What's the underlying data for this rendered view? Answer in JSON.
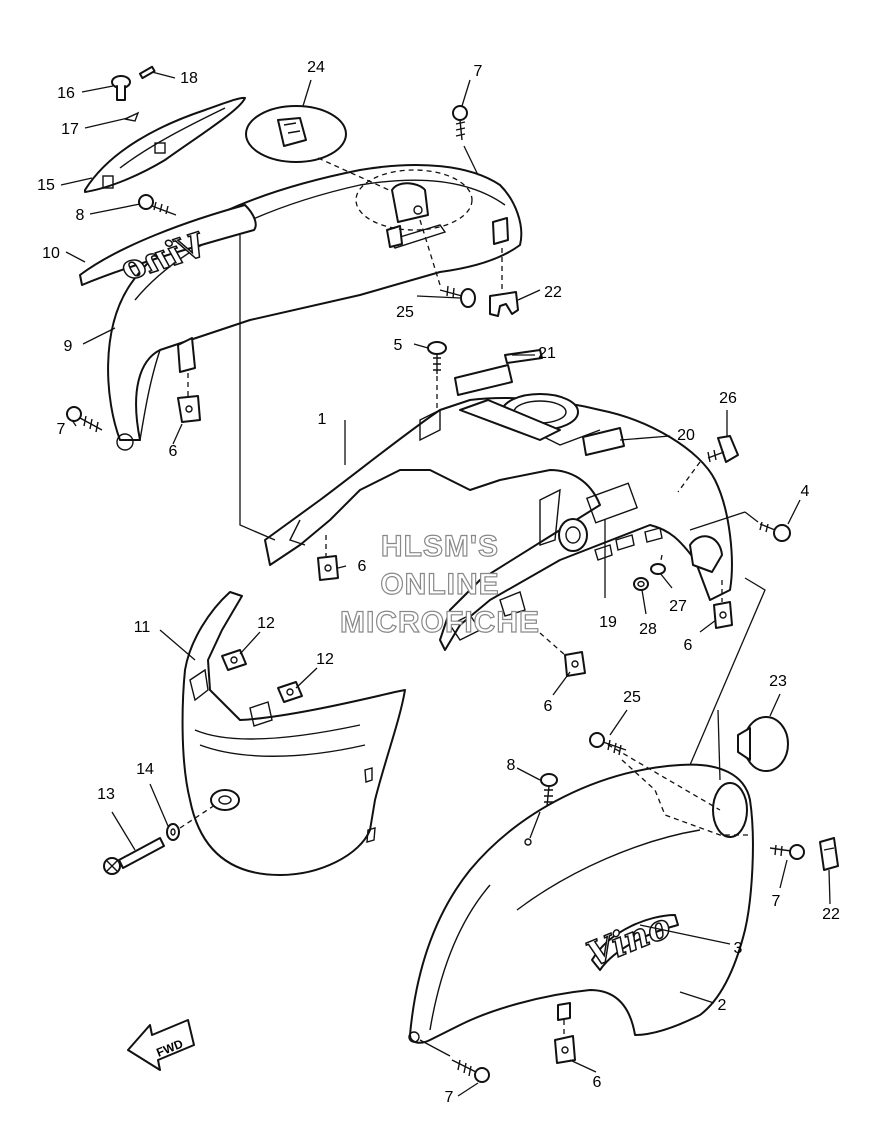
{
  "callouts": [
    "1",
    "2",
    "3",
    "4",
    "5",
    "6",
    "7",
    "8",
    "9",
    "10",
    "11",
    "12",
    "13",
    "14",
    "15",
    "16",
    "17",
    "18",
    "19",
    "20",
    "21",
    "22",
    "23",
    "24",
    "25",
    "26",
    "27",
    "28"
  ],
  "watermark": {
    "line1": "HLSM'S",
    "line2": "ONLINE",
    "line3": "MICROFICHE"
  },
  "fwd_label": "FWD",
  "emblem_text": "Vino"
}
